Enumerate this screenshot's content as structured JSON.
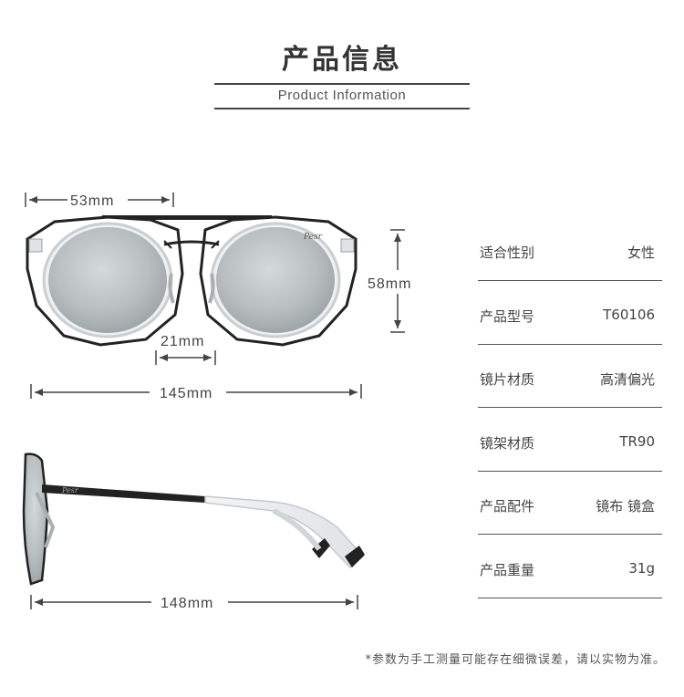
{
  "header": {
    "title": "产品信息",
    "subtitle": "Product Information"
  },
  "dimensions": {
    "lens_width": "53mm",
    "lens_height": "58mm",
    "bridge_width": "21mm",
    "frame_width": "145mm",
    "temple_length": "148mm"
  },
  "brand_mark": "Pesr",
  "specs": [
    {
      "label": "适合性别",
      "value": "女性"
    },
    {
      "label": "产品型号",
      "value": "T60106"
    },
    {
      "label": "镜片材质",
      "value": "高清偏光"
    },
    {
      "label": "镜架材质",
      "value": "TR90"
    },
    {
      "label": "产品配件",
      "value": "镜布 镜盒"
    },
    {
      "label": "产品重量",
      "value": "31g"
    }
  ],
  "footnote": "*参数为手工测量可能存在细微误差，请以实物为准。",
  "colors": {
    "frame": "#222222",
    "lens": "#b8bec0",
    "clear_frame": "#e4e8ea",
    "text": "#444444"
  }
}
